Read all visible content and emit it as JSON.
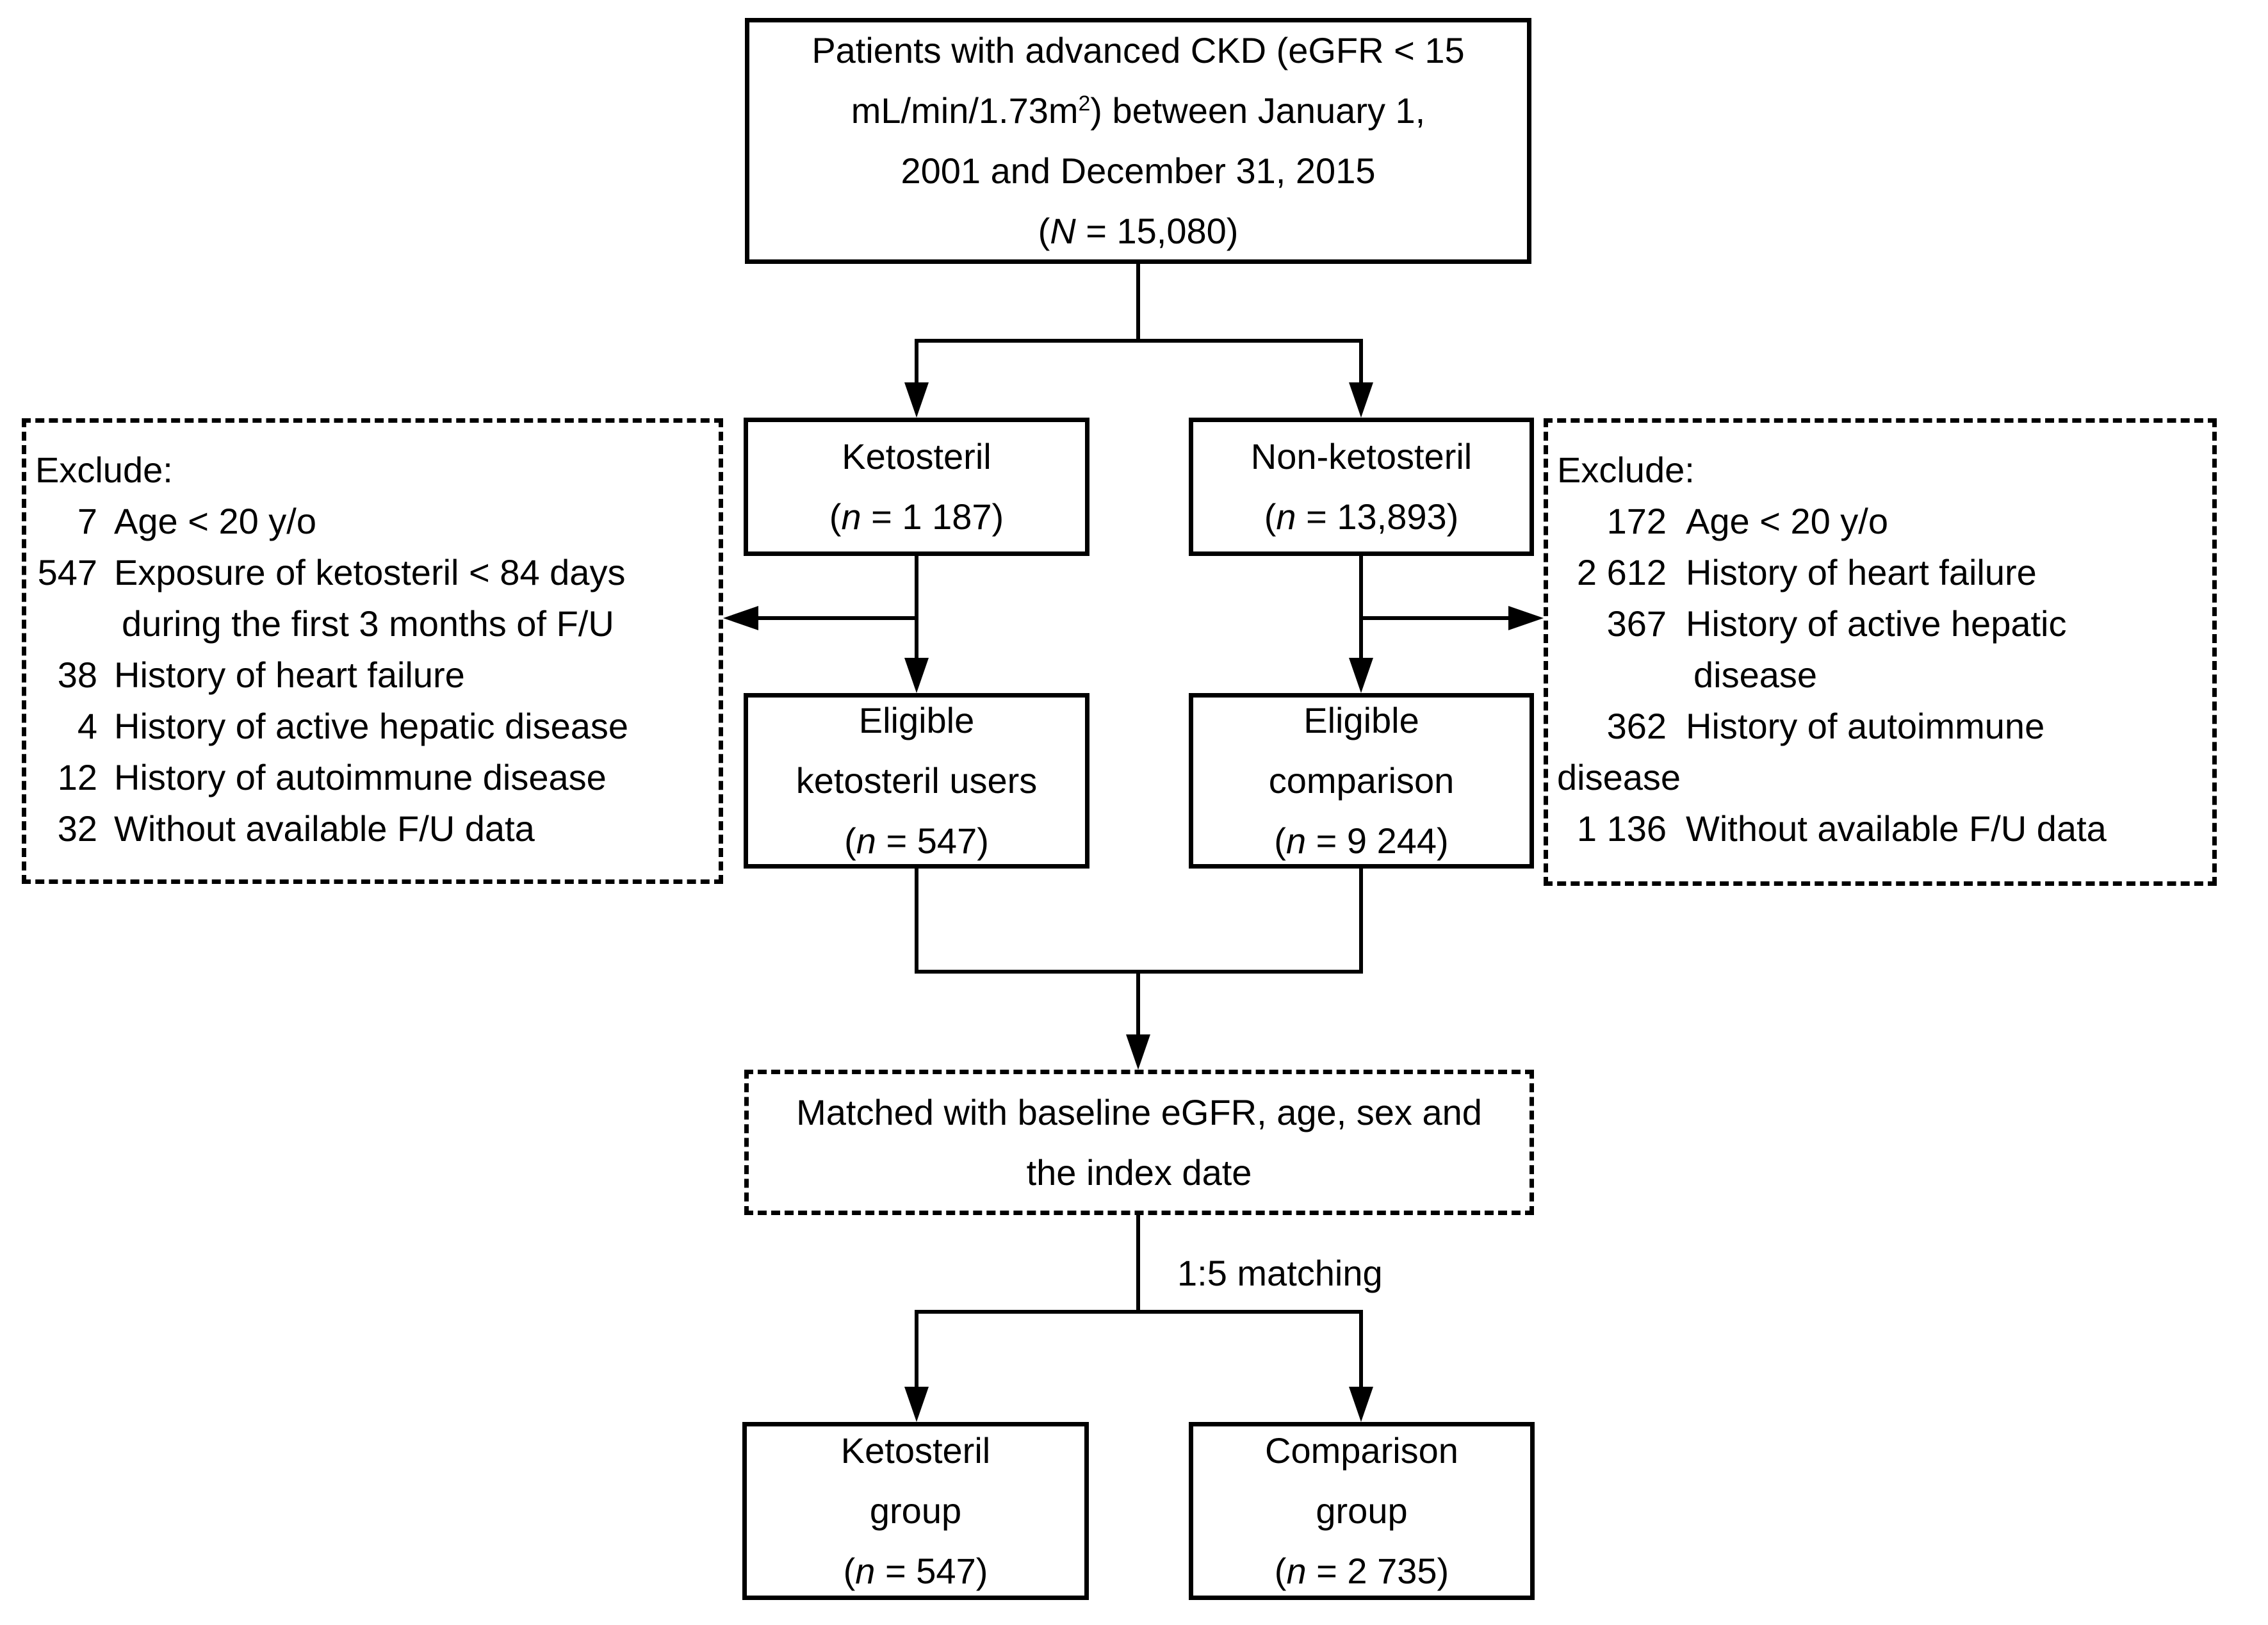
{
  "colors": {
    "ink": "#000000",
    "background": "#ffffff"
  },
  "top_box": {
    "line1": "Patients with advanced CKD (eGFR < 15",
    "line2_pre": "mL/min/1.73m",
    "line2_sup": "2",
    "line2_post": ") between January 1,",
    "line3": "2001 and December 31, 2015",
    "line4_pre": "(",
    "line4_var": "N",
    "line4_post": " = 15,080)"
  },
  "ketosteril_box": {
    "title": "Ketosteril",
    "n_pre": "(",
    "n_var": "n",
    "n_post": " = 1 187)"
  },
  "non_ketosteril_box": {
    "title": "Non-ketosteril",
    "n_pre": "(",
    "n_var": "n",
    "n_post": " = 13,893)"
  },
  "eligible_ketosteril_box": {
    "line1": "Eligible",
    "line2": "ketosteril users",
    "n_pre": "(",
    "n_var": "n",
    "n_post": " = 547)"
  },
  "eligible_comparison_box": {
    "line1": "Eligible",
    "line2": "comparison",
    "n_pre": "(",
    "n_var": "n",
    "n_post": " = 9 244)"
  },
  "left_exclude_box": {
    "title": "Exclude:",
    "items": [
      {
        "num": "7",
        "text": "Age < 20 y/o"
      },
      {
        "num": "547",
        "text": "Exposure of ketosteril < 84 days",
        "cont": "during the first 3 months of F/U"
      },
      {
        "num": "38",
        "text": "History of heart failure"
      },
      {
        "num": "4",
        "text": "History of active hepatic disease"
      },
      {
        "num": "12",
        "text": "History of autoimmune disease"
      },
      {
        "num": "32",
        "text": "Without available F/U data"
      }
    ]
  },
  "right_exclude_box": {
    "title": "Exclude:",
    "items": [
      {
        "num": "172",
        "text": "Age < 20 y/o"
      },
      {
        "num": "2 612",
        "text": "History of heart failure"
      },
      {
        "num": "367",
        "text": "History of active hepatic",
        "cont": "disease"
      },
      {
        "num": "362",
        "text": "History of autoimmune"
      },
      {
        "flush": "disease"
      },
      {
        "num": "1 136",
        "text": "Without available F/U data"
      }
    ]
  },
  "matched_box": {
    "line1": "Matched with baseline eGFR, age, sex and",
    "line2": "the index date"
  },
  "matching_label": "1:5 matching",
  "ketosteril_group_box": {
    "line1": "Ketosteril",
    "line2": "group",
    "n_pre": "(",
    "n_var": "n",
    "n_post": " = 547)"
  },
  "comparison_group_box": {
    "line1": "Comparison",
    "line2": "group",
    "n_pre": "(",
    "n_var": "n",
    "n_post": " = 2 735)"
  }
}
